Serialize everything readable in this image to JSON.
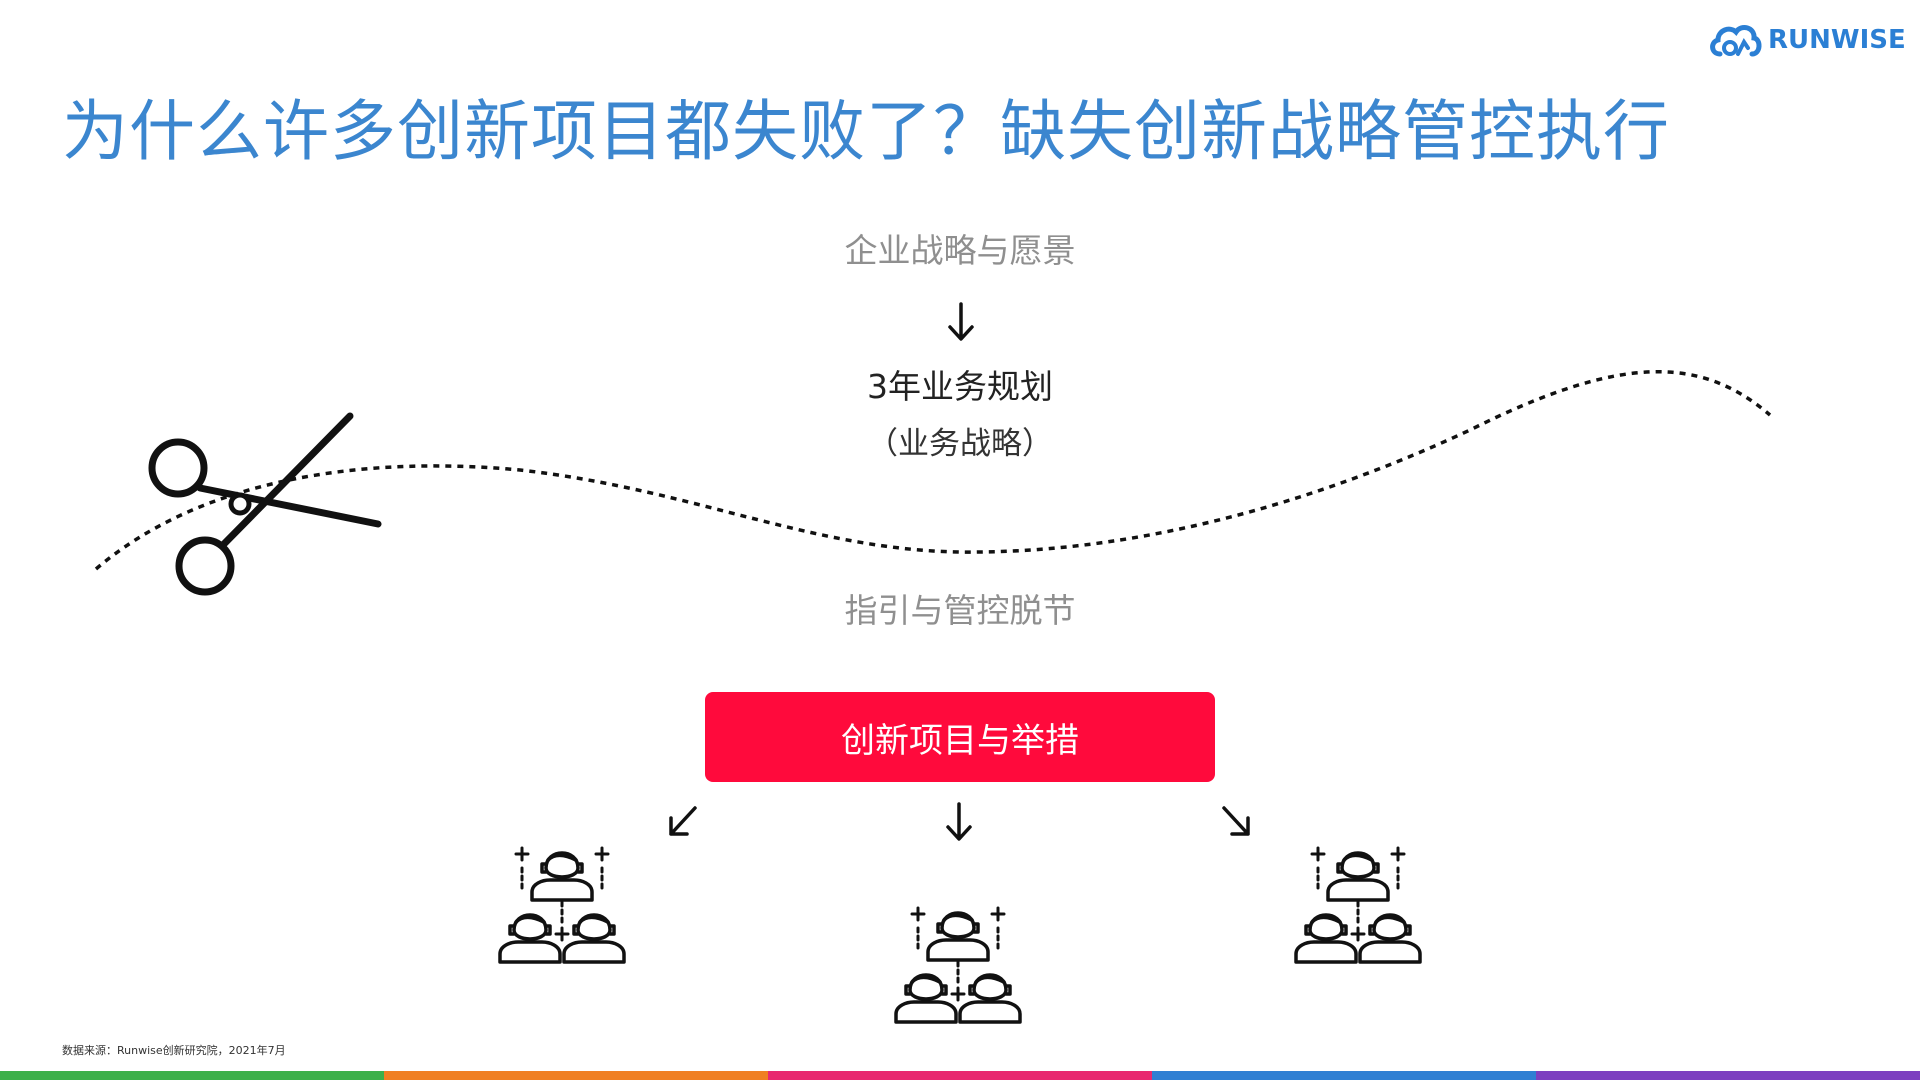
{
  "brand": {
    "name": "RUNWISE",
    "color": "#2b7fd4"
  },
  "title": "为什么许多创新项目都失败了？缺失创新战略管控执行",
  "flow": {
    "vision": "企业战略与愿景",
    "plan": "3年业务规划",
    "plan_sub": "（业务战略）",
    "gap_label": "指引与管控脱节"
  },
  "cta": {
    "label": "创新项目与举措",
    "color": "#ff0a3c"
  },
  "teams": [
    {
      "icon": "team-group-icon"
    },
    {
      "icon": "team-group-icon"
    },
    {
      "icon": "team-group-icon"
    }
  ],
  "icons": [
    "scissors-icon",
    "cloud-logo-icon",
    "arrow-down-icon",
    "arrow-down-left-icon",
    "arrow-down-right-icon"
  ],
  "footer": {
    "source": "数据来源：Runwise创新研究院，2021年7月"
  },
  "stripe_colors": [
    "#3cb04a",
    "#f07f22",
    "#e8286f",
    "#2f7fd3",
    "#7d3fc0"
  ],
  "accent_title_color": "#3b86cf"
}
